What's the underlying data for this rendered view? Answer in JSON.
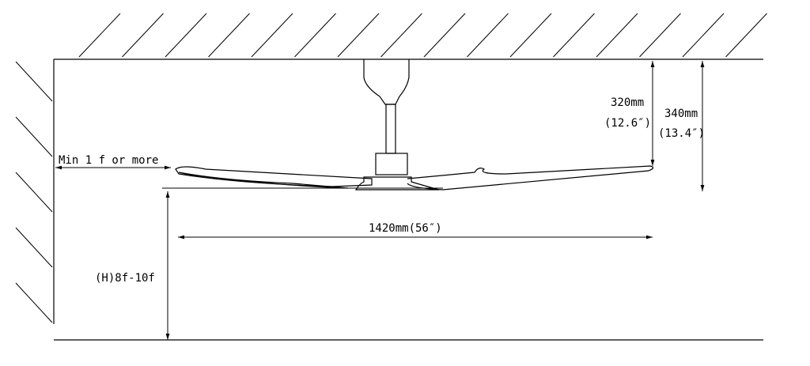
{
  "diagram": {
    "labels": {
      "clearance_side": "Min 1 f or more",
      "drop_short_mm": "320mm",
      "drop_short_in": "(12.6″)",
      "drop_long_mm": "340mm",
      "drop_long_in": "(13.4″)",
      "span": "1420mm(56″)",
      "height": "(H)8f-10f"
    }
  }
}
